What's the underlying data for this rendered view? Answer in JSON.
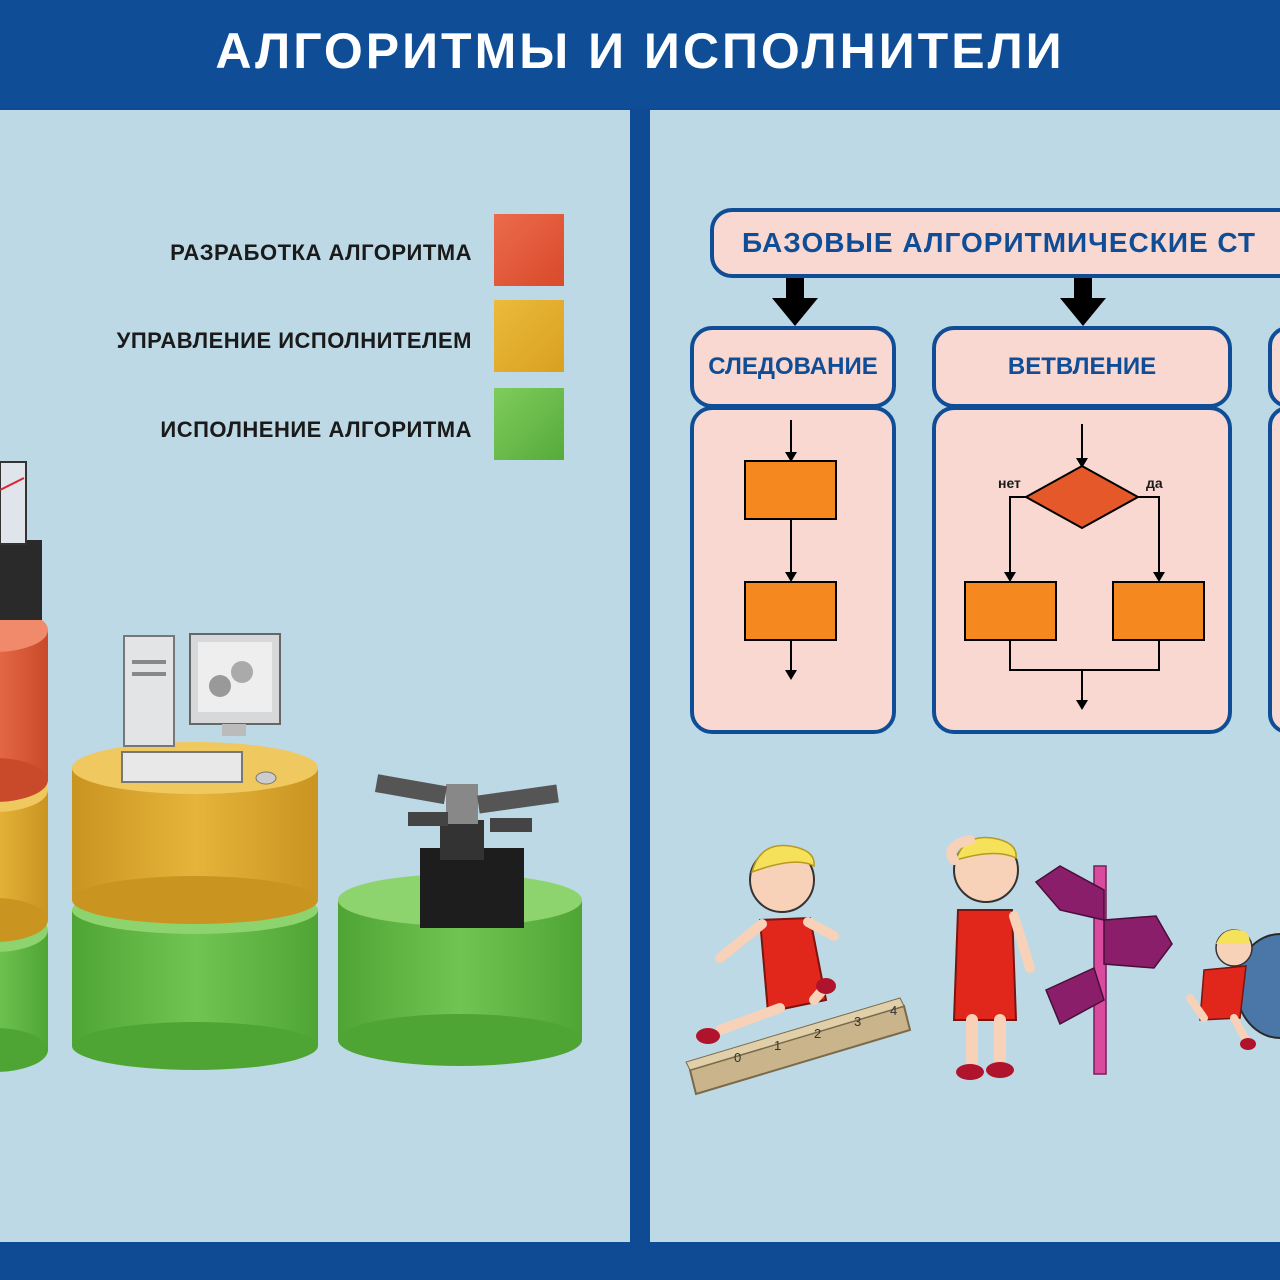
{
  "header": {
    "title": "АЛГОРИТМЫ И ИСПОЛНИТЕЛИ"
  },
  "legend": [
    {
      "label": "РАЗРАБОТКА АЛГОРИТМА",
      "color": "#e4583a"
    },
    {
      "label": "УПРАВЛЕНИЕ ИСПОЛНИТЕЛЕМ",
      "color": "#e2ae30"
    },
    {
      "label": "ИСПОЛНЕНИЕ АЛГОРИТМА",
      "color": "#69bd4c"
    }
  ],
  "structures": {
    "title": "БАЗОВЫЕ АЛГОРИТМИЧЕСКИЕ СТ",
    "items": [
      {
        "label": "СЛЕДОВАНИЕ"
      },
      {
        "label": "ВЕТВЛЕНИЕ"
      }
    ],
    "branch_no": "нет",
    "branch_yes": "да"
  },
  "ruler_marks": [
    "0",
    "1",
    "2",
    "3",
    "4"
  ],
  "colors": {
    "frame": "#104d97",
    "panel": "#bcd9e5",
    "card": "#f8d8d0",
    "block": "#f5891f",
    "diamond": "#e4582a"
  }
}
